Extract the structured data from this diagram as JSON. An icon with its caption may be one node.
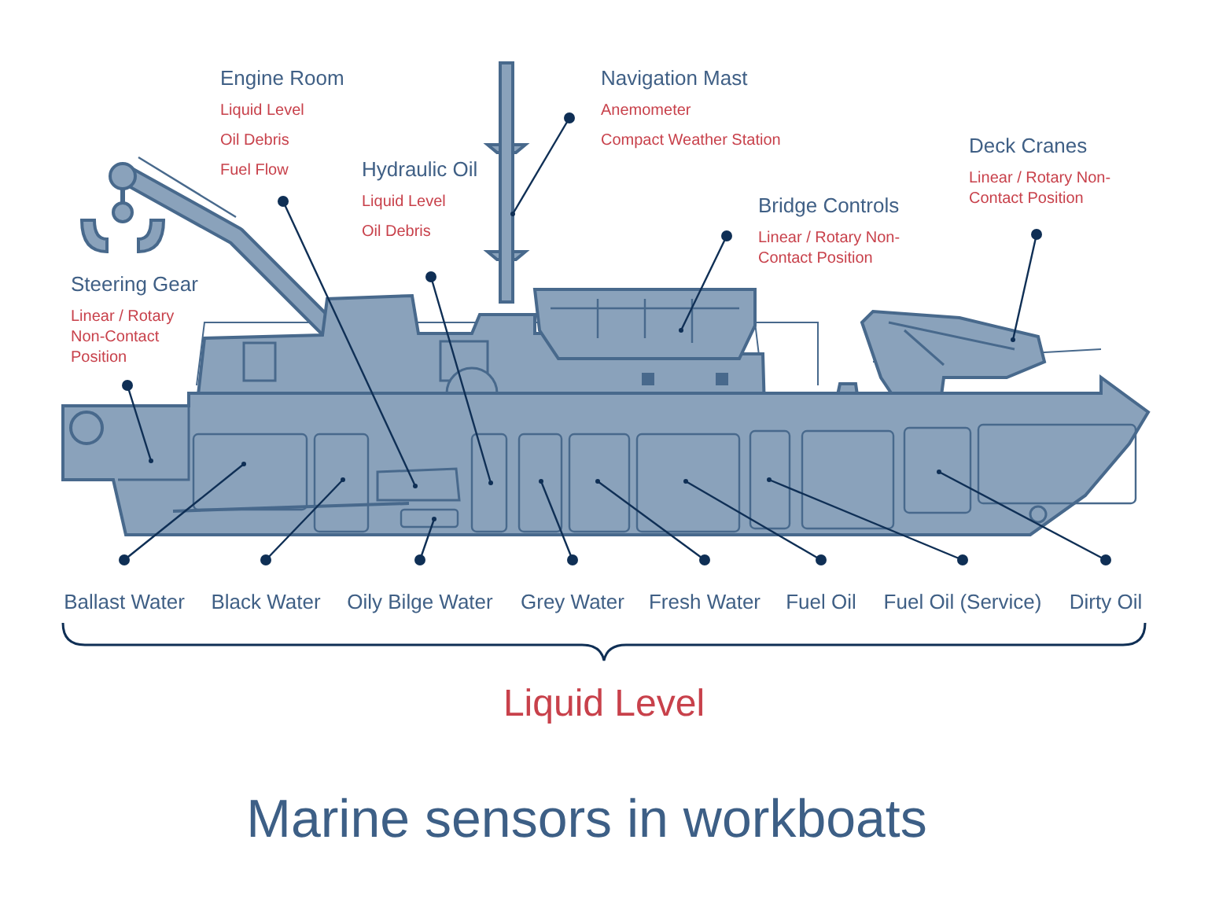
{
  "diagram": {
    "title": "Marine sensors in workboats",
    "nodes": [
      {
        "text": [
          "Engine Room",
          "Liquid Level",
          "Oil Debris",
          "Fuel Flow"
        ]
      },
      {
        "text": [
          "Navigation Mast",
          "Anemometer",
          "Compact Weather Station"
        ]
      },
      {
        "text": [
          "Hydraulic Oil",
          "Liquid Level",
          "Oil Debris"
        ]
      },
      {
        "text": [
          "Deck Cranes",
          "Linear / Rotary Non-Contact Position"
        ]
      },
      {
        "text": [
          "Bridge Controls",
          "Linear / Rotary Non-Contact Position"
        ]
      },
      {
        "text": [
          "Steering Gear",
          "Linear / Rotary Non-Contact Position"
        ]
      },
      {
        "text": [
          "Ballast Water"
        ]
      },
      {
        "text": [
          "Black Water"
        ]
      },
      {
        "text": [
          "Oily Bilge Water"
        ]
      },
      {
        "text": [
          "Grey Water"
        ]
      },
      {
        "text": [
          "Fresh Water"
        ]
      },
      {
        "text": [
          "Fuel Oil"
        ]
      },
      {
        "text": [
          "Fuel Oil (Service)"
        ]
      },
      {
        "text": [
          "Dirty Oil"
        ]
      },
      {
        "text": [],
        "shape": "bar"
      }
    ],
    "edges": [
      {
        "from": 0,
        "to": null,
        "arrow": "other"
      },
      {
        "from": 1,
        "to": 14,
        "arrow": "other"
      },
      {
        "from": 2,
        "to": null,
        "arrow": "other"
      },
      {
        "from": 3,
        "to": null,
        "arrow": "other"
      },
      {
        "from": 4,
        "to": null,
        "arrow": "other"
      },
      {
        "from": 5,
        "to": null,
        "arrow": "other"
      },
      {
        "from": 6,
        "to": null,
        "arrow": "other"
      },
      {
        "from": 7,
        "to": null,
        "arrow": "other"
      },
      {
        "from": 8,
        "to": null,
        "arrow": "other"
      },
      {
        "from": 9,
        "to": null,
        "arrow": "other"
      },
      {
        "from": 10,
        "to": null,
        "arrow": "other"
      },
      {
        "from": 11,
        "to": null,
        "arrow": "other"
      },
      {
        "from": 12,
        "to": null,
        "arrow": "other"
      },
      {
        "from": 13,
        "to": null,
        "arrow": "other"
      }
    ],
    "labels": [
      "Liquid Level"
    ]
  }
}
